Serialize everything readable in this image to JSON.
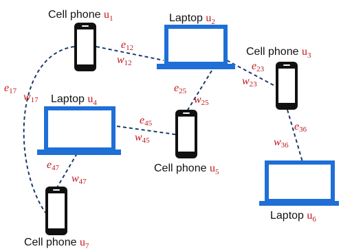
{
  "colors": {
    "laptop": "#1f6fd6",
    "phone": "#111111",
    "edge": "#1c3a66",
    "accent": "#c0171d",
    "text": "#111111"
  },
  "nodes": [
    {
      "id": "u1",
      "type": "phone",
      "label": "Cell phone",
      "sub": "u",
      "idx": "1"
    },
    {
      "id": "u2",
      "type": "laptop",
      "label": "Laptop",
      "sub": "u",
      "idx": "2"
    },
    {
      "id": "u3",
      "type": "phone",
      "label": "Cell phone",
      "sub": "u",
      "idx": "3"
    },
    {
      "id": "u4",
      "type": "laptop",
      "label": "Laptop",
      "sub": "u",
      "idx": "4"
    },
    {
      "id": "u5",
      "type": "phone",
      "label": "Cell phone",
      "sub": "u",
      "idx": "5"
    },
    {
      "id": "u6",
      "type": "laptop",
      "label": "Laptop",
      "sub": "u",
      "idx": "6"
    },
    {
      "id": "u7",
      "type": "phone",
      "label": "Cell phone",
      "sub": "u",
      "idx": "7"
    }
  ],
  "edges": [
    {
      "id": "12",
      "from": "u1",
      "to": "u2",
      "e": "e",
      "w": "w",
      "idx": "12"
    },
    {
      "id": "23",
      "from": "u2",
      "to": "u3",
      "e": "e",
      "w": "w",
      "idx": "23"
    },
    {
      "id": "25",
      "from": "u2",
      "to": "u5",
      "e": "e",
      "w": "w",
      "idx": "25"
    },
    {
      "id": "45",
      "from": "u4",
      "to": "u5",
      "e": "e",
      "w": "w",
      "idx": "45"
    },
    {
      "id": "47",
      "from": "u4",
      "to": "u7",
      "e": "e",
      "w": "w",
      "idx": "47"
    },
    {
      "id": "36",
      "from": "u3",
      "to": "u6",
      "e": "e",
      "w": "w",
      "idx": "36"
    },
    {
      "id": "17",
      "from": "u1",
      "to": "u7",
      "e": "e",
      "w": "w",
      "idx": "17"
    }
  ]
}
